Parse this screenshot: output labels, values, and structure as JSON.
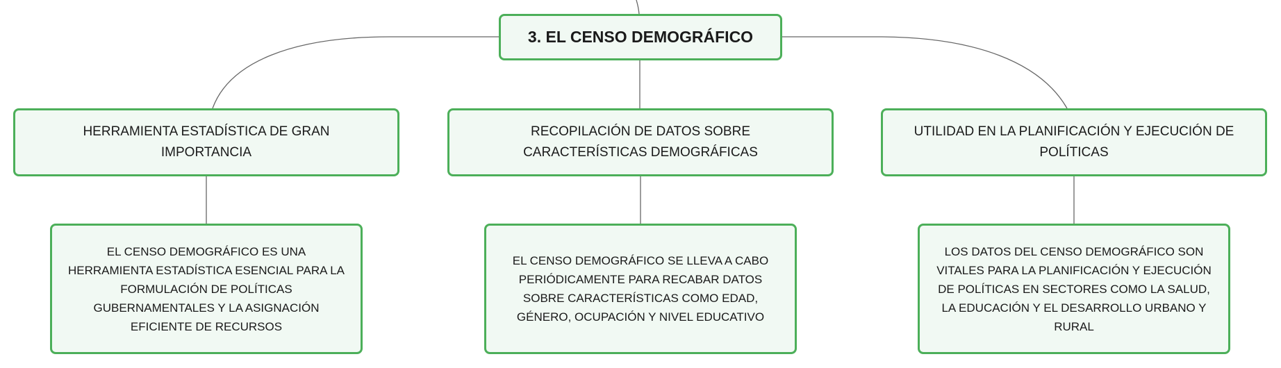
{
  "diagram": {
    "root": {
      "label": "3. EL CENSO DEMOGRÁFICO"
    },
    "branches": [
      {
        "label": "HERRAMIENTA ESTADÍSTICA DE GRAN IMPORTANCIA",
        "detail": "EL CENSO DEMOGRÁFICO ES UNA HERRAMIENTA ESTADÍSTICA ESENCIAL PARA LA FORMULACIÓN DE POLÍTICAS GUBERNAMENTALES Y LA ASIGNACIÓN EFICIENTE DE RECURSOS"
      },
      {
        "label": "RECOPILACIÓN DE DATOS SOBRE CARACTERÍSTICAS DEMOGRÁFICAS",
        "detail": "EL CENSO DEMOGRÁFICO SE LLEVA A CABO PERIÓDICAMENTE PARA RECABAR DATOS SOBRE CARACTERÍSTICAS COMO EDAD, GÉNERO, OCUPACIÓN Y NIVEL EDUCATIVO"
      },
      {
        "label": "UTILIDAD EN LA PLANIFICACIÓN Y EJECUCIÓN DE POLÍTICAS",
        "detail": "LOS DATOS DEL CENSO DEMOGRÁFICO SON VITALES PARA LA PLANIFICACIÓN Y EJECUCIÓN DE POLÍTICAS EN SECTORES COMO LA SALUD, LA EDUCACIÓN Y EL DESARROLLO URBANO Y RURAL"
      }
    ],
    "colors": {
      "node_border": "#4caf59",
      "node_fill": "#f1f9f3",
      "connector": "#666666",
      "text": "#1a1a1a"
    }
  }
}
